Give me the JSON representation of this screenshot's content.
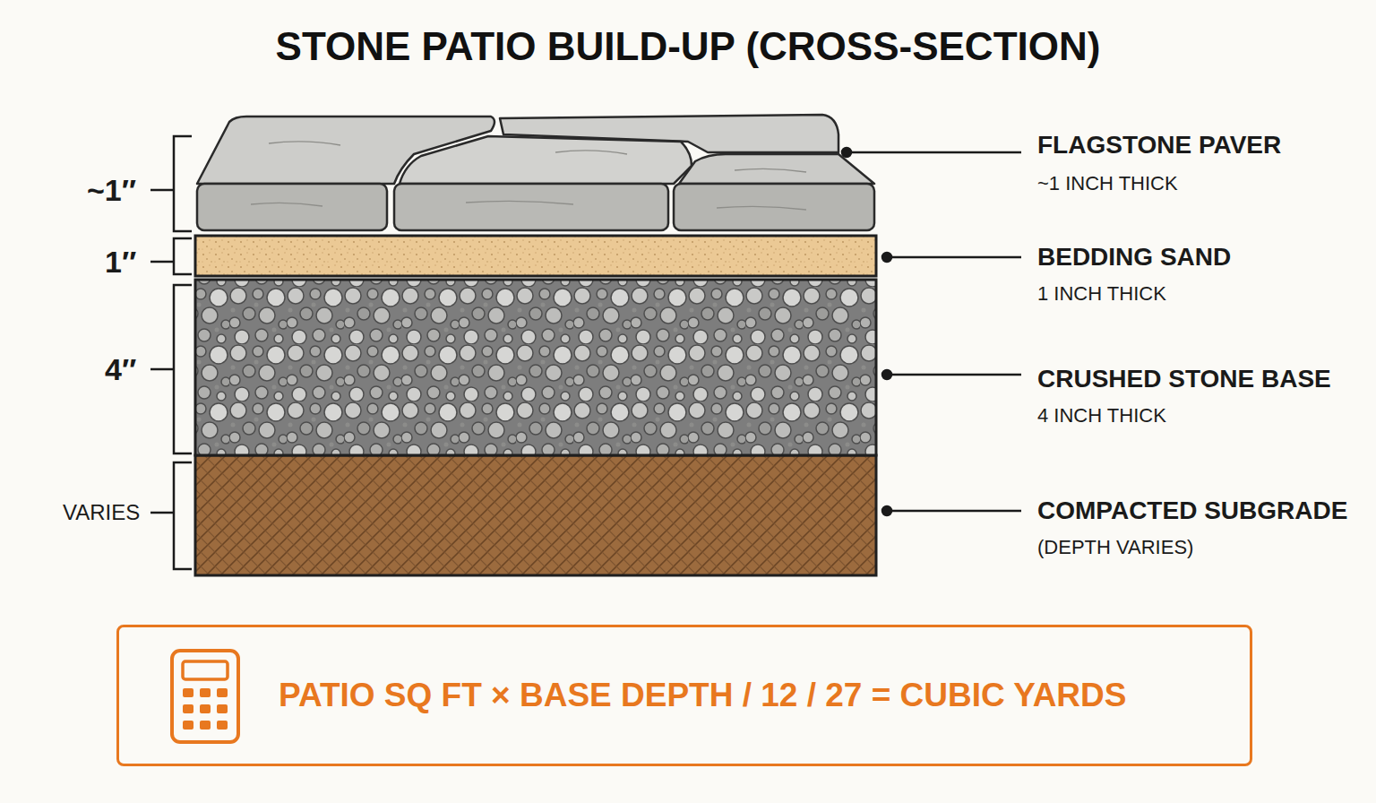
{
  "diagram": {
    "title": "STONE PATIO BUILD-UP (CROSS-SECTION)",
    "nodes": [
      {
        "text": [
          "PATIO SQ FT × BASE DEPTH / 12 / 27 = CUBIC YARDS"
        ]
      }
    ],
    "labels": [
      "~1″",
      "1″",
      "4″",
      "VARIES",
      "FLAGSTONE PAVER",
      "~1 INCH THICK",
      "BEDDING SAND",
      "1 INCH THICK",
      "CRUSHED STONE BASE",
      "4 INCH THICK",
      "COMPACTED SUBGRADE",
      "(DEPTH VARIES)"
    ]
  }
}
